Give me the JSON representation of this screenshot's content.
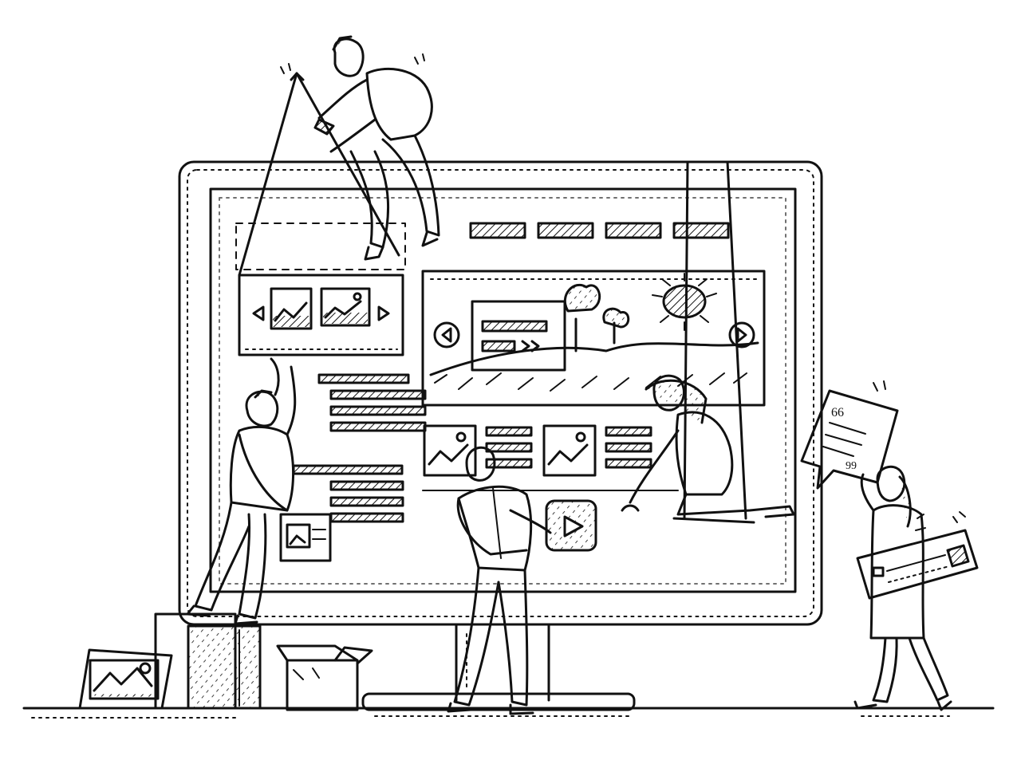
{
  "illustration": {
    "style": "black-and-white hand-drawn line art",
    "stroke_color": "#111111",
    "background_color": "#ffffff",
    "speech_bubble": {
      "open_quote": "66",
      "close_quote": "99"
    },
    "icons": [
      "image-placeholder-icon",
      "play-icon",
      "arrow-left-icon",
      "arrow-right-icon",
      "double-chevron-icon",
      "sun-icon",
      "tree-icon"
    ]
  }
}
